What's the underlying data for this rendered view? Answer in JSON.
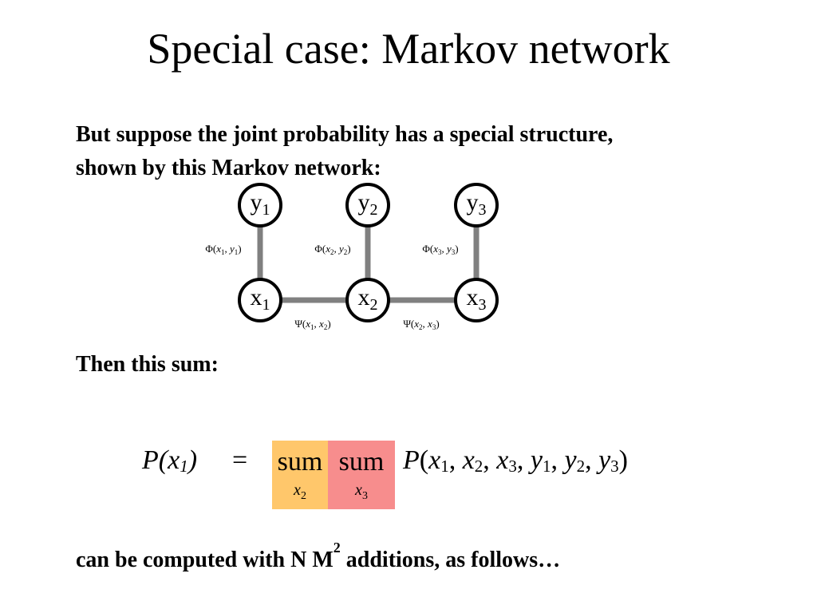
{
  "slide": {
    "title": "Special case:  Markov network",
    "intro": "But suppose the joint probability has a special structure, shown by this Markov network:",
    "then_text": "Then this sum:",
    "conclusion_prefix": "can be computed with N M",
    "conclusion_sup": "2",
    "conclusion_suffix": " additions, as follows…"
  },
  "network": {
    "nodes": [
      {
        "letter": "y",
        "index": "1"
      },
      {
        "letter": "y",
        "index": "2"
      },
      {
        "letter": "y",
        "index": "3"
      },
      {
        "letter": "x",
        "index": "1"
      },
      {
        "letter": "x",
        "index": "2"
      },
      {
        "letter": "x",
        "index": "3"
      }
    ],
    "phi_symbol": "Φ",
    "psi_symbol": "Ψ",
    "phi_labels": [
      {
        "a": "x",
        "ai": "1",
        "b": "y",
        "bi": "1"
      },
      {
        "a": "x",
        "ai": "2",
        "b": "y",
        "bi": "2"
      },
      {
        "a": "x",
        "ai": "3",
        "b": "y",
        "bi": "3"
      }
    ],
    "psi_labels": [
      {
        "a": "x",
        "ai": "1",
        "b": "x",
        "bi": "2"
      },
      {
        "a": "x",
        "ai": "2",
        "b": "x",
        "bi": "3"
      }
    ]
  },
  "equation": {
    "lhs": "P(x",
    "lhs_index": "1",
    "lhs_close": ")",
    "equals": "=",
    "sum1": "sum",
    "sum1_idx": "x",
    "sum1_idx_sub": "2",
    "sum2": "sum",
    "sum2_idx": "x",
    "sum2_idx_sub": "3",
    "rhs_name": "P",
    "rhs_open": "(",
    "rhs_close": ")",
    "rhs_args": [
      {
        "v": "x",
        "i": "1"
      },
      {
        "v": "x",
        "i": "2"
      },
      {
        "v": "x",
        "i": "3"
      },
      {
        "v": "y",
        "i": "1"
      },
      {
        "v": "y",
        "i": "2"
      },
      {
        "v": "y",
        "i": "3"
      }
    ]
  },
  "colors": {
    "edge": "#808080",
    "sum1_highlight": "#ffc76b",
    "sum2_highlight": "#f78d8d"
  }
}
